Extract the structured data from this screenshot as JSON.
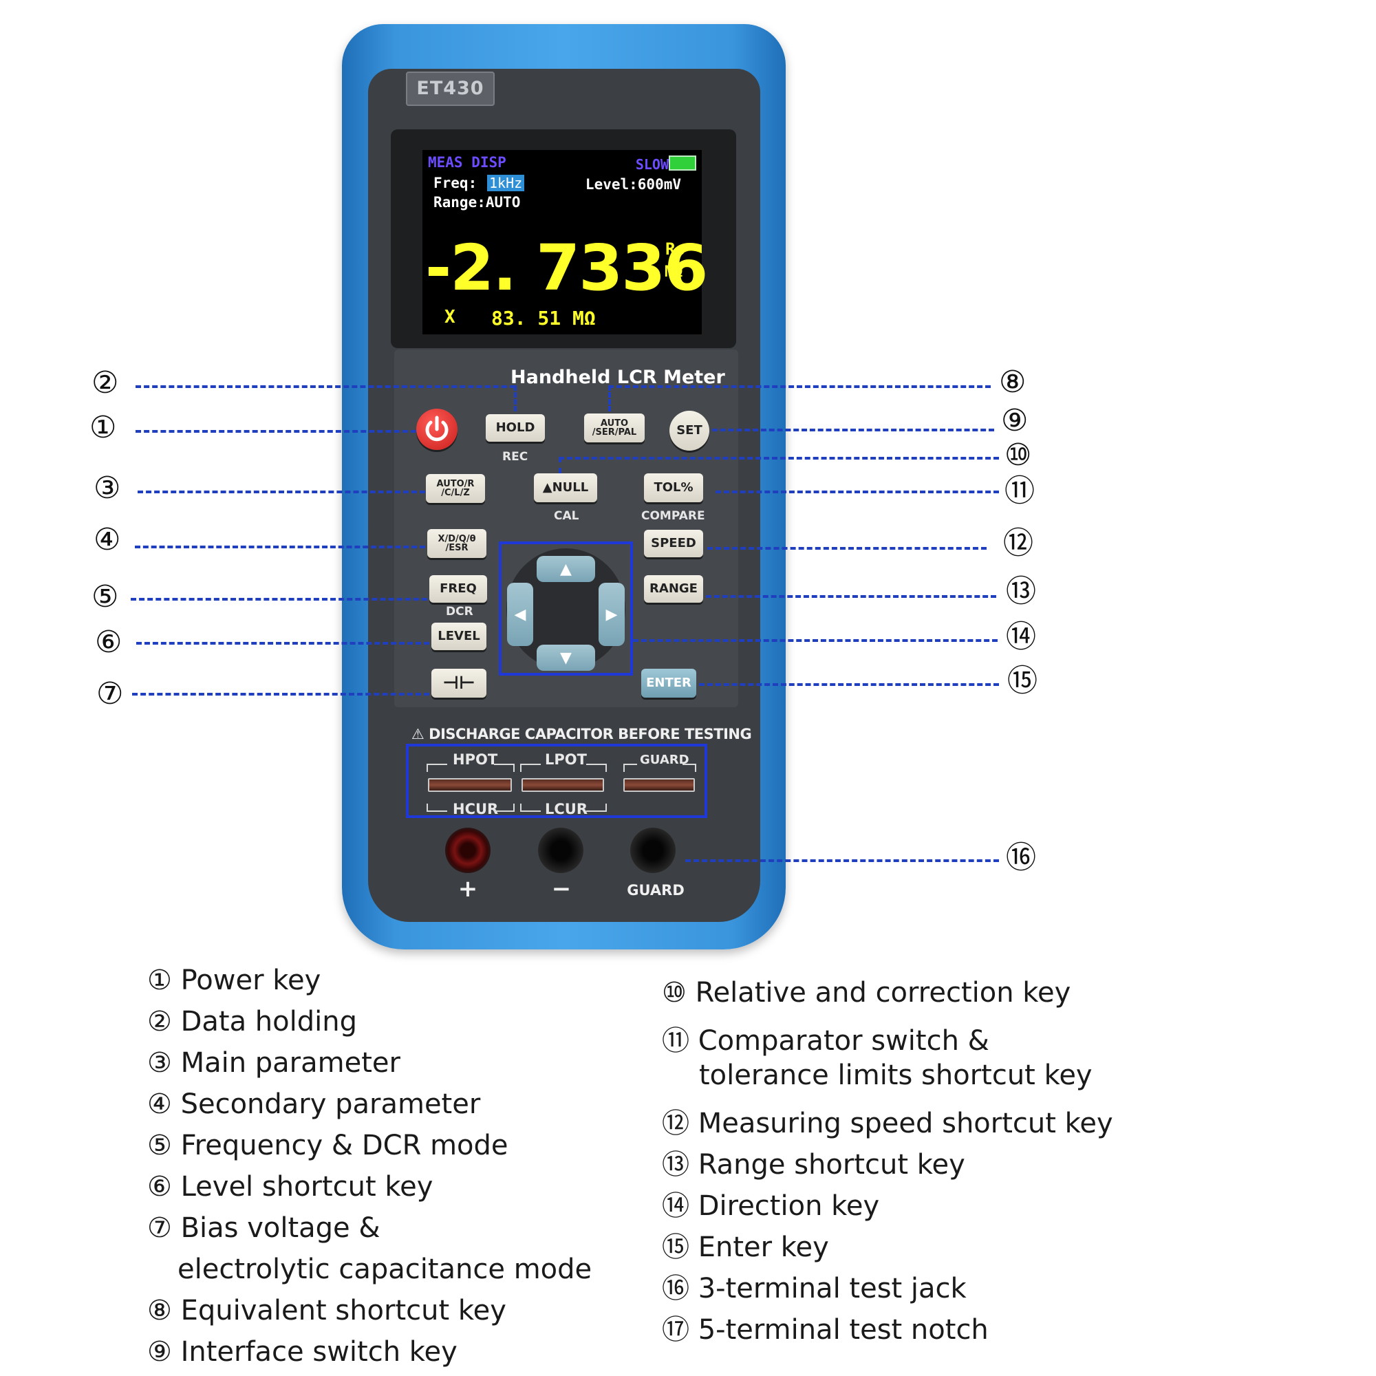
{
  "device": {
    "model": "ET430",
    "title": "Handheld LCR Meter",
    "screen": {
      "mode_label": "MEAS DISP",
      "speed": "SLOW",
      "freq_label": "Freq:",
      "freq_value": "1kHz",
      "level": "Level:600mV",
      "range": "Range:AUTO",
      "primary_value": "-2. 7336",
      "primary_param": "Rs",
      "primary_unit": "MΩ",
      "secondary_param": "X",
      "secondary_value": "83. 51 MΩ"
    },
    "keys": {
      "hold": "HOLD",
      "hold_sub": "REC",
      "auto_ser_pal": "AUTO /SER/PAL",
      "set": "SET",
      "auto_r": "AUTO/R /C/L/Z",
      "null": "▲NULL",
      "null_sub": "CAL",
      "tol": "TOL%",
      "tol_sub": "COMPARE",
      "xdq": "X/D/Q/θ /ESR",
      "speed": "SPEED",
      "freq": "FREQ",
      "freq_sub": "DCR",
      "range": "RANGE",
      "level": "LEVEL",
      "bias": "⊣⊢",
      "enter": "ENTER",
      "arrows": {
        "up": "▲",
        "down": "▼",
        "left": "◀",
        "right": "▶"
      }
    },
    "warning": "⚠ DISCHARGE CAPACITOR BEFORE TESTING",
    "notch": {
      "hpot": "HPOT",
      "lpot": "LPOT",
      "guard": "GUARD",
      "hcur": "HCUR",
      "lcur": "LCUR"
    },
    "jacks": {
      "plus": "+",
      "minus": "−",
      "guard": "GUARD"
    }
  },
  "callouts": [
    "②",
    "①",
    "③",
    "④",
    "⑤",
    "⑥",
    "⑦",
    "⑧",
    "⑨",
    "⑩",
    "⑪",
    "⑫",
    "⑬",
    "⑭",
    "⑮",
    "⑯"
  ],
  "legend_left": [
    "① Power key",
    "② Data holding",
    "③ Main parameter",
    "④ Secondary parameter",
    "⑤ Frequency & DCR mode",
    "⑥ Level shortcut key",
    "⑦ Bias voltage &",
    "electrolytic capacitance  mode",
    "⑧ Equivalent shortcut key",
    "⑨  Interface switch key"
  ],
  "legend_right": [
    "⑩ Relative and correction key",
    "⑪ Comparator switch &",
    "tolerance limits shortcut key",
    "⑫ Measuring speed shortcut key",
    "⑬ Range shortcut key",
    "⑭ Direction key",
    "⑮ Enter key",
    "⑯ 3-terminal test jack",
    "⑰ 5-terminal test notch"
  ],
  "colors": {
    "boot": "#3a95dd",
    "face": "#3c3f43",
    "callout_line": "#1f3fbf",
    "screen_yellow": "#ffff2a",
    "screen_purple": "#6d4cff"
  }
}
